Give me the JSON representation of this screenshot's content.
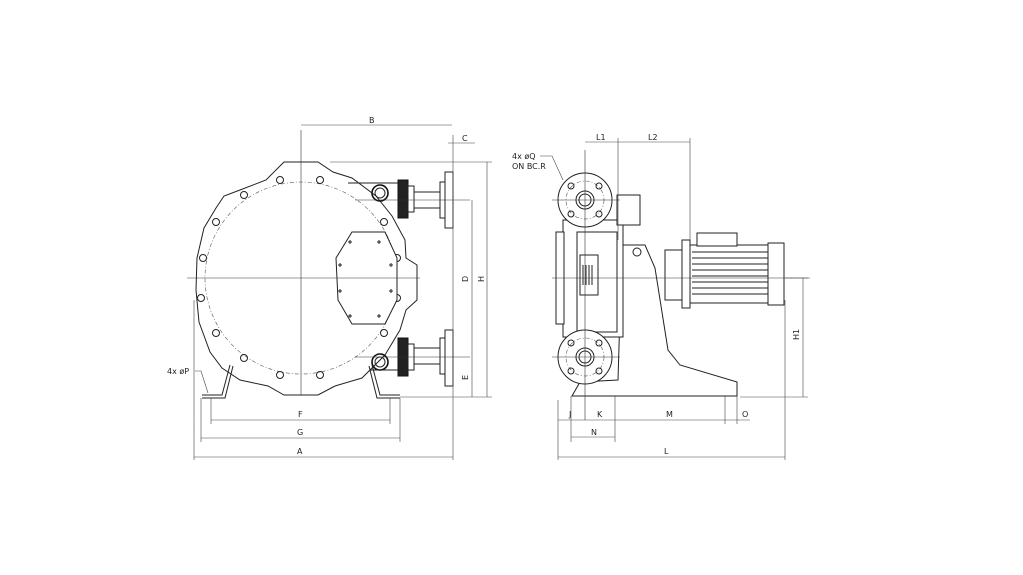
{
  "labels": {
    "A": "A",
    "B": "B",
    "C": "C",
    "D": "D",
    "E": "E",
    "F": "F",
    "G": "G",
    "H": "H",
    "H1": "H1",
    "J": "J",
    "K": "K",
    "L": "L",
    "L1": "L1",
    "L2": "L2",
    "M": "M",
    "N": "N",
    "O": "O",
    "foot_holes": "4x øP",
    "flange_holes_line1": "4x øQ",
    "flange_holes_line2": "ON BC.R"
  }
}
